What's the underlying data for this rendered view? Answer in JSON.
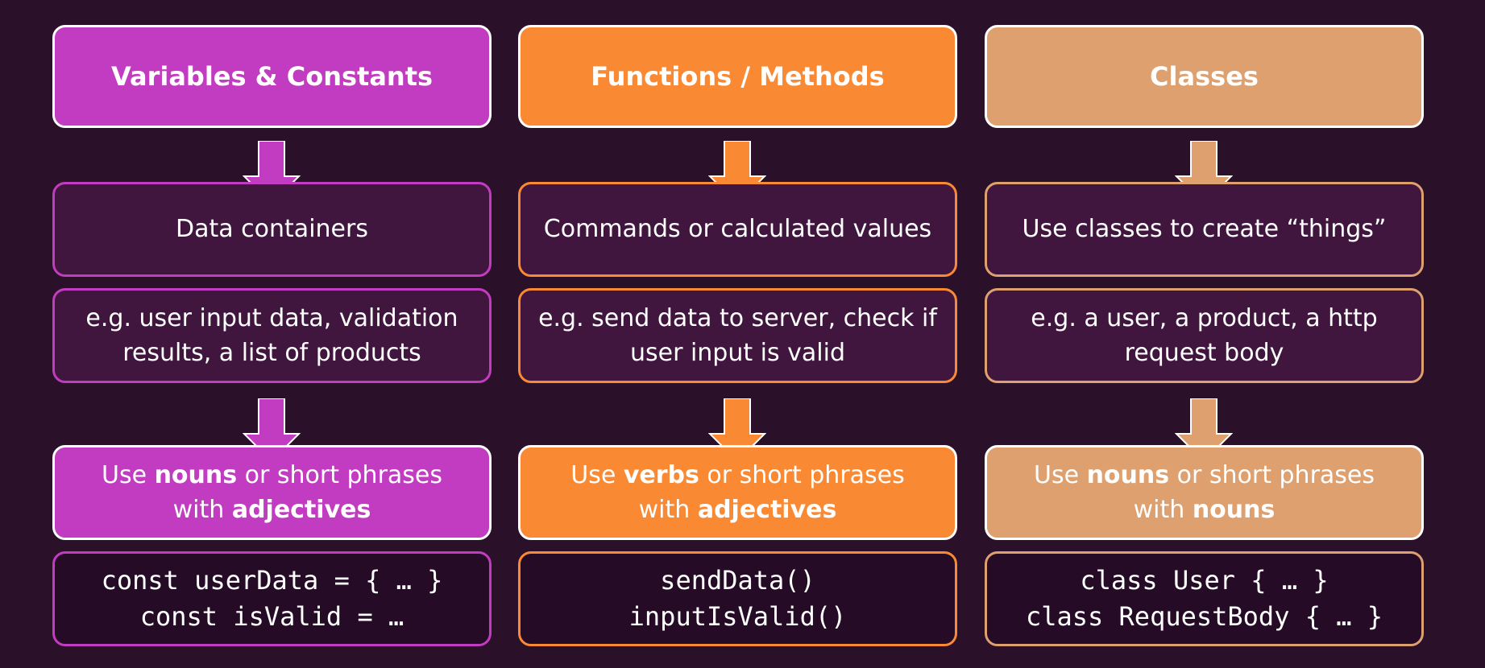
{
  "colors": {
    "background": "#2a1029",
    "variables_accent": "#c13cc0",
    "functions_accent": "#f98a33",
    "classes_accent": "#dea06e"
  },
  "columns": [
    {
      "title": "Variables & Constants",
      "purpose": "Data containers",
      "example": "e.g. user input data, validation results, a list of products",
      "rule": {
        "line1_pre": "Use ",
        "line1_bold": "nouns",
        "line1_post": " or short phrases",
        "line2_pre": "with ",
        "line2_bold": "adjectives"
      },
      "code": [
        "const userData = { … }",
        "const isValid = …"
      ]
    },
    {
      "title": "Functions / Methods",
      "purpose": "Commands or calculated values",
      "example": "e.g. send data to server, check if user input is valid",
      "rule": {
        "line1_pre": "Use ",
        "line1_bold": "verbs",
        "line1_post": " or short phrases",
        "line2_pre": "with ",
        "line2_bold": "adjectives"
      },
      "code": [
        "sendData()",
        "inputIsValid()"
      ]
    },
    {
      "title": "Classes",
      "purpose": "Use classes to create “things”",
      "example": "e.g. a user, a product, a http request body",
      "rule": {
        "line1_pre": "Use ",
        "line1_bold": "nouns",
        "line1_post": " or short phrases",
        "line2_pre": "with ",
        "line2_bold": "nouns"
      },
      "code": [
        "class User { … }",
        "class RequestBody { … }"
      ]
    }
  ]
}
